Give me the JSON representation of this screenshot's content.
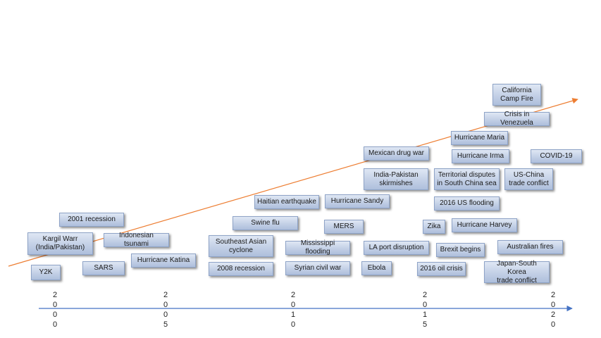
{
  "colors": {
    "trend_line": "#ed7d31",
    "time_axis": "#4472c4",
    "box_fill": "#c3d0e6",
    "box_border": "#8ea3c7"
  },
  "years": [
    "2\n0\n0\n0",
    "2\n0\n0\n5",
    "2\n0\n1\n0",
    "2\n0\n1\n5",
    "2\n0\n2\n0"
  ],
  "events": [
    "Y2K",
    "Kargil Warr\n(India/Pakistan)",
    "2001 recession",
    "SARS",
    "Indonesian tsunami",
    "Hurricane Katina",
    "2008 recession",
    "Southeast Asian\ncyclone",
    "Swine flu",
    "Haitian earthquake",
    "Syrian civil war",
    "Mississippi flooding",
    "MERS",
    "Hurricane Sandy",
    "Ebola",
    "LA port disruption",
    "India-Pakistan\nskirmishes",
    "Mexican drug war",
    "2016 oil crisis",
    "Zika",
    "Brexit begins",
    "2016 US flooding",
    "Territorial disputes\nin South China sea",
    "Hurricane Irma",
    "Hurricane Maria",
    "Crisis in Venezuela",
    "California\nCamp Fire",
    "Hurricane Harvey",
    "Japan-South Korea\ntrade conflict",
    "US-China\ntrade conflict",
    "Australian fires",
    "COVID-19"
  ]
}
